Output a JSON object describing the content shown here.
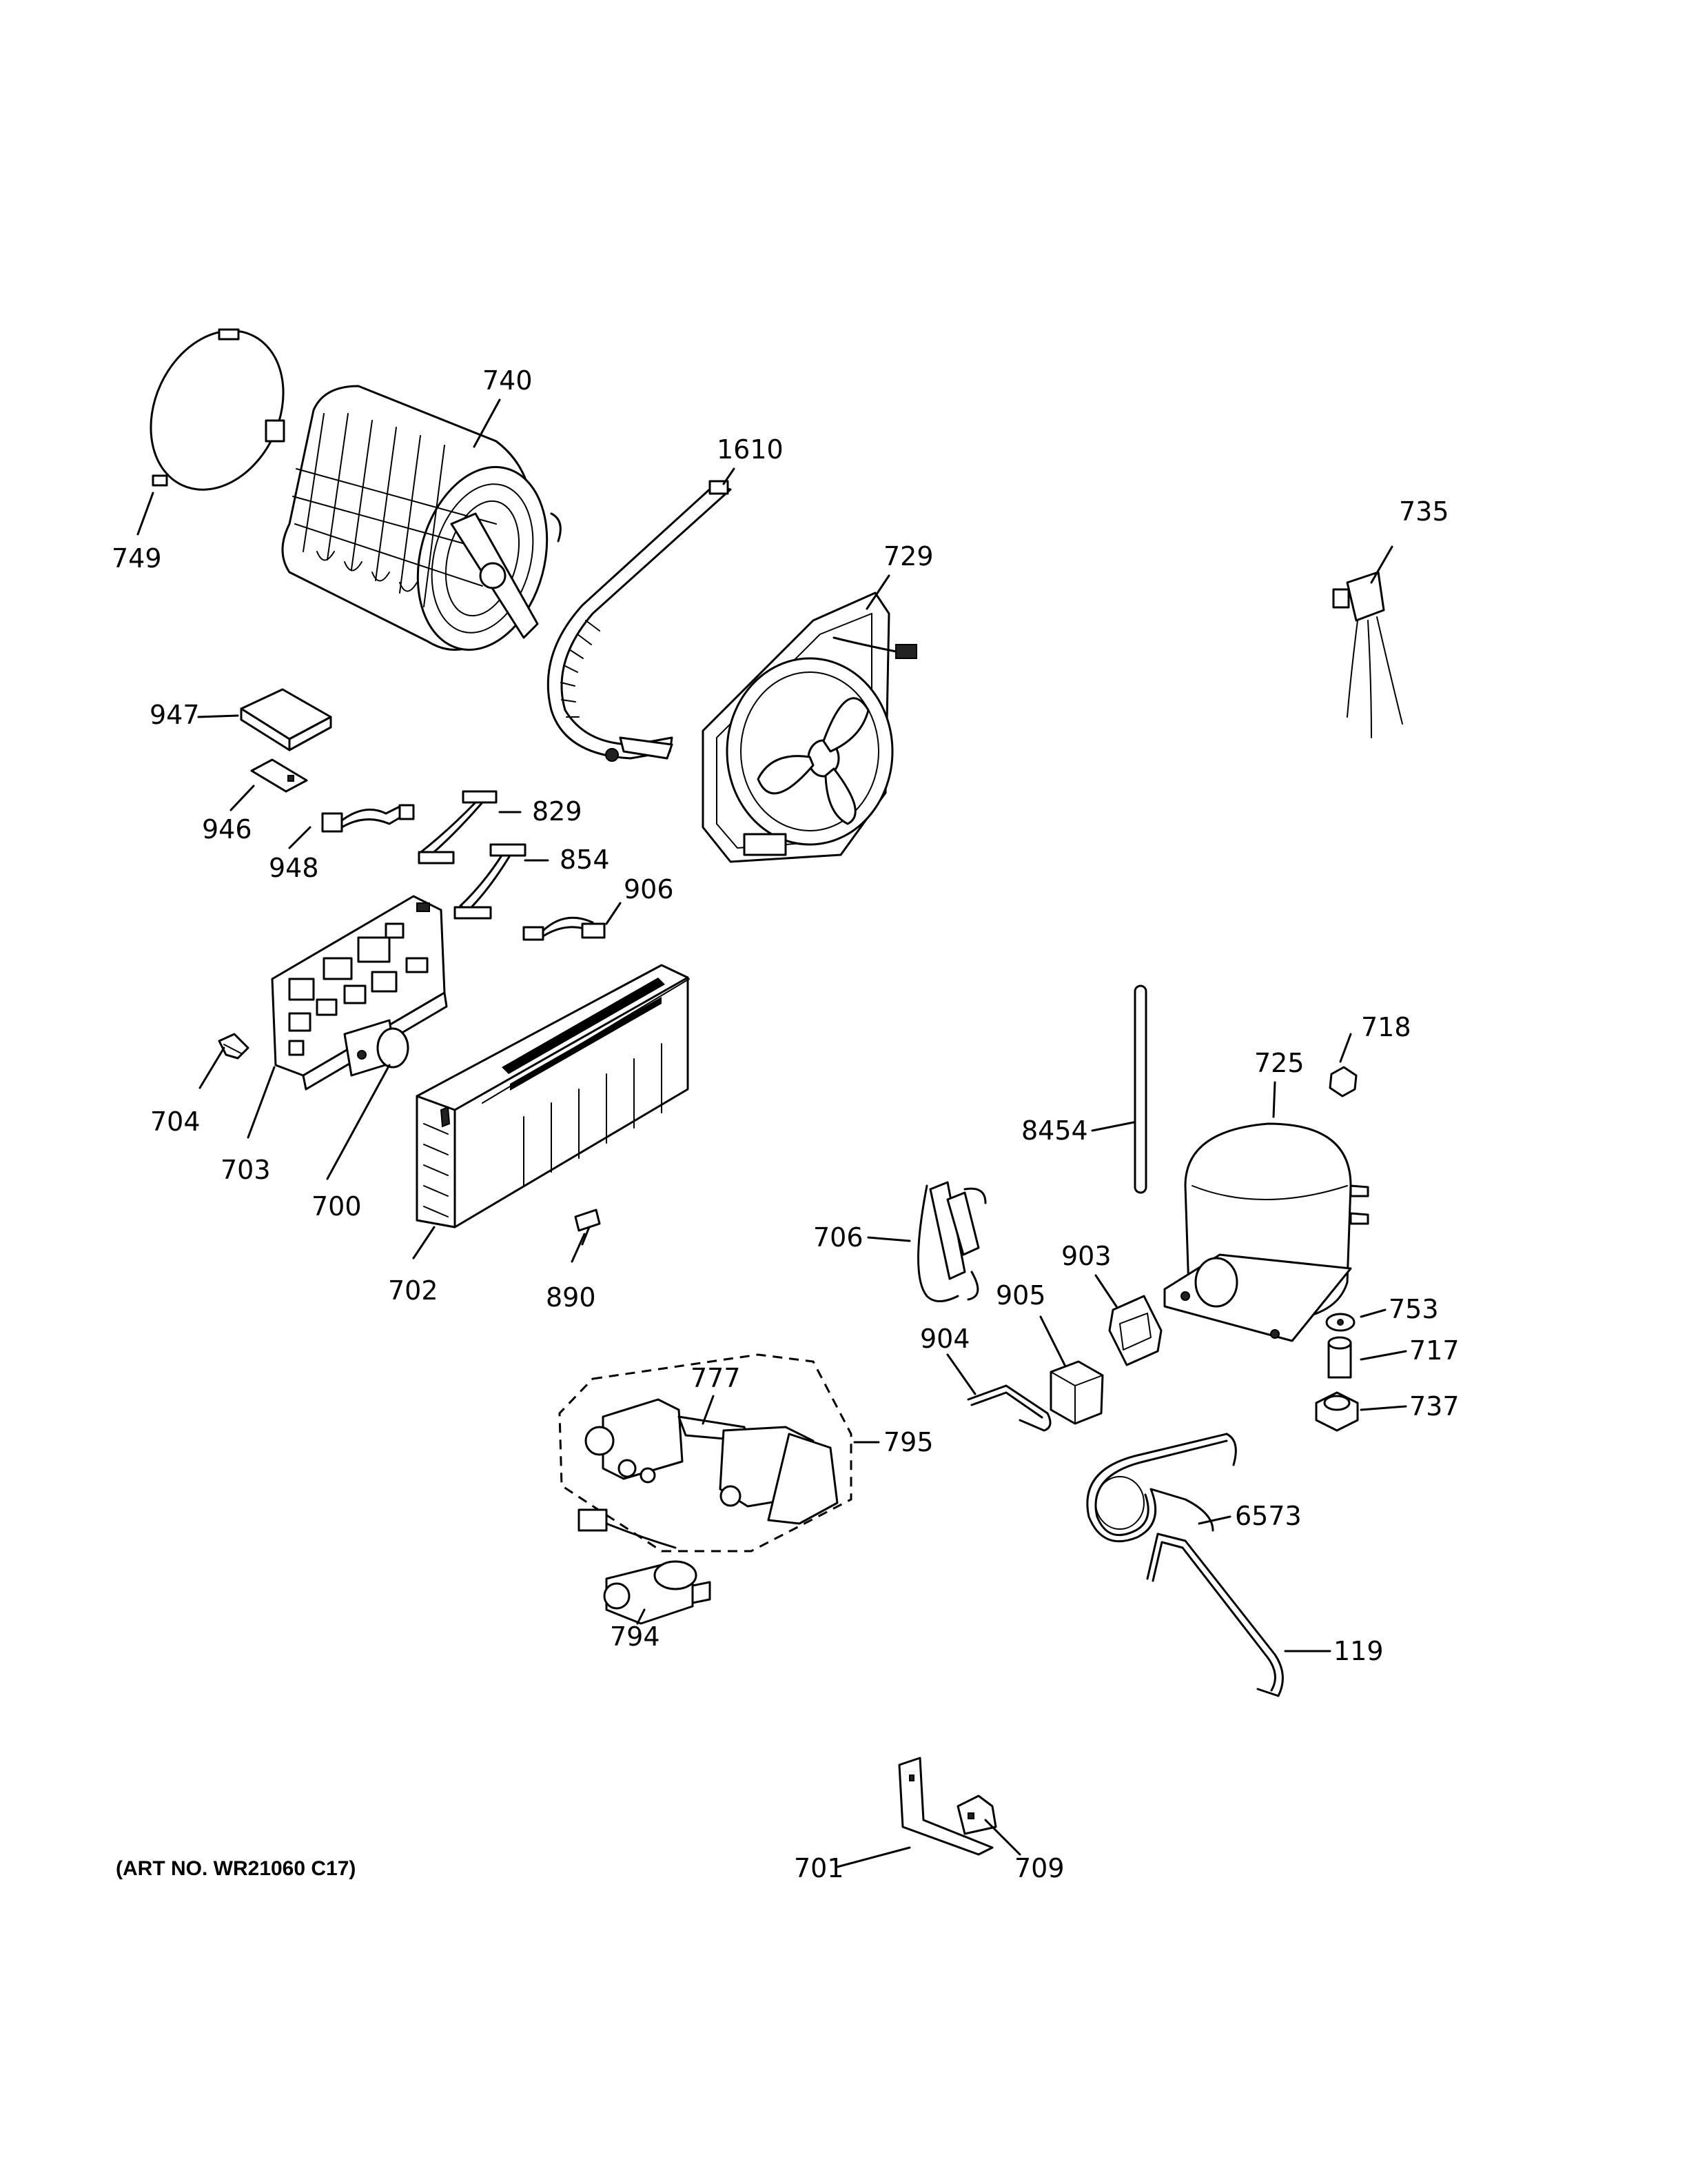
{
  "art_number": "(ART NO. WR21060 C17)",
  "parts": {
    "p749": "749",
    "p740": "740",
    "p1610": "1610",
    "p729": "729",
    "p735": "735",
    "p947": "947",
    "p946": "946",
    "p948": "948",
    "p829": "829",
    "p854": "854",
    "p906": "906",
    "p704": "704",
    "p703": "703",
    "p700": "700",
    "p702": "702",
    "p890": "890",
    "p718": "718",
    "p725": "725",
    "p8454": "8454",
    "p706": "706",
    "p903": "903",
    "p905": "905",
    "p904": "904",
    "p753": "753",
    "p717": "717",
    "p737": "737",
    "p777": "777",
    "p795": "795",
    "p794": "794",
    "p6573": "6573",
    "p119": "119",
    "p701": "701",
    "p709": "709"
  }
}
